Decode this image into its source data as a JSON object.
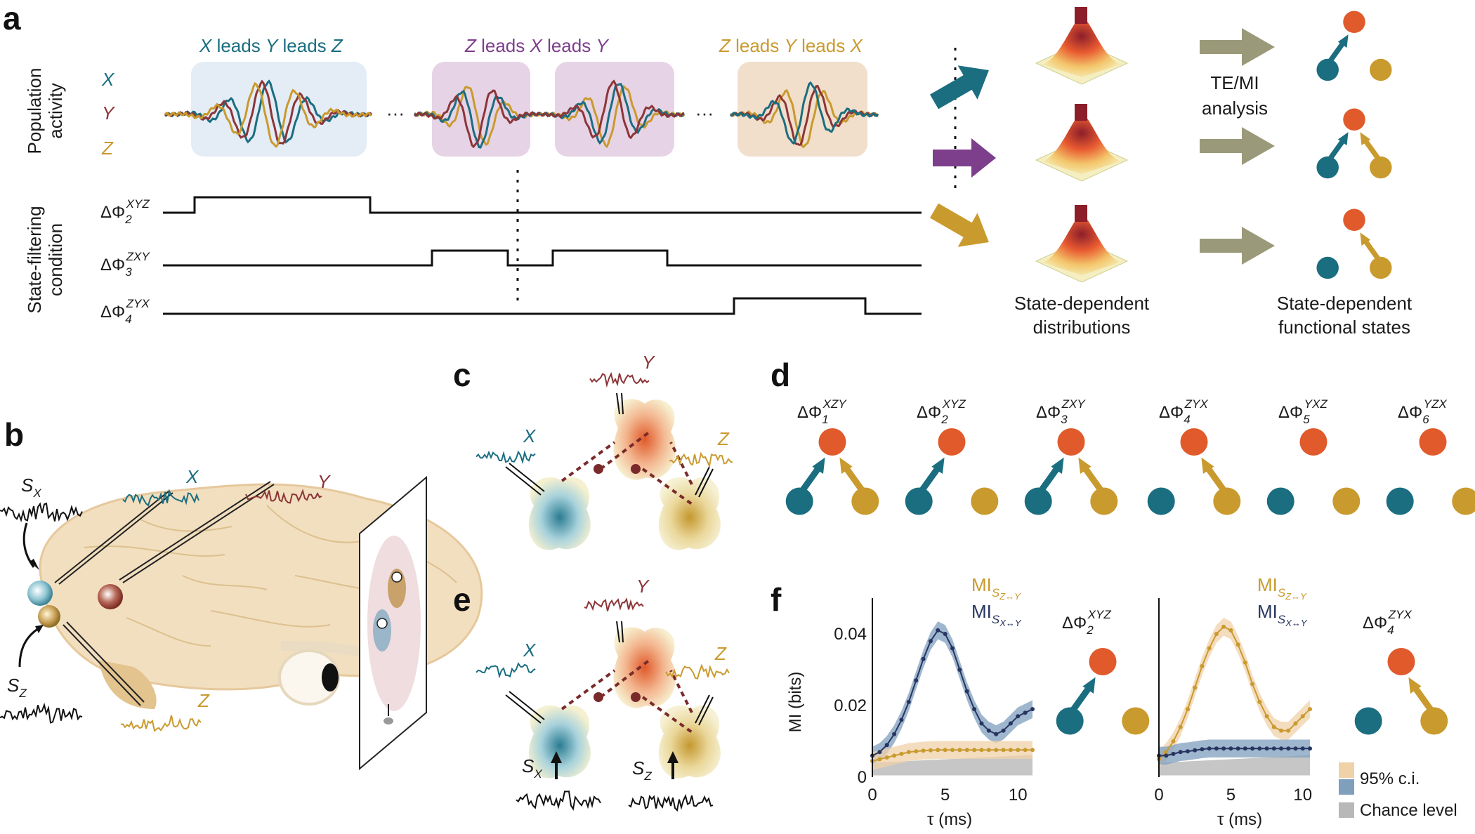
{
  "panels": {
    "a": "a",
    "b": "b",
    "c": "c",
    "d": "d",
    "e": "e",
    "f": "f"
  },
  "colors": {
    "X": "#1a6e80",
    "Y": "#8c3538",
    "Z": "#c99a2e",
    "purple": "#7d3e8c",
    "node_red": "#e05a2b",
    "olive_arrow": "#9a9a7a",
    "box_blue": "#e4ecf6",
    "box_purple": "#e6d4e6",
    "box_tan": "#f1dfcc",
    "ci_tan": "#f0d2a8",
    "ci_blue": "#7f9fbd",
    "chance": "#b8b8b8",
    "navy": "#283560"
  },
  "panel_a": {
    "segment_titles": [
      {
        "parts": [
          "X",
          " leads ",
          "Y",
          " leads ",
          "Z"
        ],
        "color": "#1a6e80"
      },
      {
        "parts": [
          "Z",
          " leads ",
          "X",
          " leads ",
          "Y"
        ],
        "color": "#7d3e8c"
      },
      {
        "parts": [
          "Z",
          " leads ",
          "Y",
          " leads ",
          "X"
        ],
        "color": "#c99a2e"
      }
    ],
    "row_labels": {
      "population_line1": "Population",
      "population_line2": "activity",
      "state_line1": "State-filtering",
      "state_line2": "condition"
    },
    "signals": [
      "X",
      "Y",
      "Z"
    ],
    "conditions": [
      {
        "base": "ΔΦ",
        "sub": "2",
        "sup": "XYZ"
      },
      {
        "base": "ΔΦ",
        "sub": "3",
        "sup": "ZXY"
      },
      {
        "base": "ΔΦ",
        "sub": "4",
        "sup": "ZYX"
      }
    ],
    "te_mi_line1": "TE/MI",
    "te_mi_line2": "analysis",
    "dist_caption_line1": "State-dependent",
    "dist_caption_line2": "distributions",
    "func_caption_line1": "State-dependent",
    "func_caption_line2": "functional states"
  },
  "panel_b": {
    "signals": [
      "X",
      "Y",
      "Z"
    ],
    "stim_x": "S",
    "stim_x_sub": "X",
    "stim_z": "S",
    "stim_z_sub": "Z"
  },
  "panel_c": {
    "signals": [
      "X",
      "Y",
      "Z"
    ]
  },
  "panel_e": {
    "signals": [
      "X",
      "Y",
      "Z"
    ],
    "stim_x": "S",
    "stim_x_sub": "X",
    "stim_z": "S",
    "stim_z_sub": "Z"
  },
  "panel_d": {
    "states": [
      {
        "base": "ΔΦ",
        "sub": "1",
        "sup": "XZY"
      },
      {
        "base": "ΔΦ",
        "sub": "2",
        "sup": "XYZ"
      },
      {
        "base": "ΔΦ",
        "sub": "3",
        "sup": "ZXY"
      },
      {
        "base": "ΔΦ",
        "sub": "4",
        "sup": "ZYX"
      },
      {
        "base": "ΔΦ",
        "sub": "5",
        "sup": "YXZ"
      },
      {
        "base": "ΔΦ",
        "sub": "6",
        "sup": "YZX"
      }
    ]
  },
  "panel_f": {
    "ylabel": "MI (bits)",
    "xlabel": "τ (ms)",
    "yticks": [
      "0",
      "0.02",
      "0.04"
    ],
    "xticks": [
      "0",
      "5",
      "10"
    ],
    "legend_mi": "MI",
    "legend_sub_z": "S",
    "legend_sub_z_rest": "Z↔Y",
    "legend_sub_x": "S",
    "legend_sub_x_rest": "X↔Y",
    "left_state": {
      "base": "ΔΦ",
      "sub": "2",
      "sup": "XYZ"
    },
    "right_state": {
      "base": "ΔΦ",
      "sub": "4",
      "sup": "ZYX"
    },
    "ci_label": "95% c.i.",
    "chance_label": "Chance level"
  },
  "chart_data": [
    {
      "type": "line",
      "xlabel": "τ (ms)",
      "ylabel": "MI (bits)",
      "xlim": [
        0,
        11
      ],
      "ylim": [
        0,
        0.05
      ],
      "x": [
        0,
        0.5,
        1,
        1.5,
        2,
        2.5,
        3,
        3.5,
        4,
        4.5,
        5,
        5.5,
        6,
        6.5,
        7,
        7.5,
        8,
        8.5,
        9,
        9.5,
        10,
        10.5,
        11
      ],
      "series": [
        {
          "name": "MI S_X↔Y",
          "values": [
            0.006,
            0.007,
            0.009,
            0.012,
            0.016,
            0.021,
            0.027,
            0.033,
            0.038,
            0.041,
            0.04,
            0.036,
            0.03,
            0.024,
            0.019,
            0.015,
            0.013,
            0.012,
            0.013,
            0.015,
            0.017,
            0.018,
            0.019
          ]
        },
        {
          "name": "MI S_Z↔Y",
          "values": [
            0.0045,
            0.005,
            0.0055,
            0.006,
            0.0065,
            0.007,
            0.0072,
            0.0074,
            0.0075,
            0.0076,
            0.0076,
            0.0076,
            0.0076,
            0.0076,
            0.0076,
            0.0076,
            0.0076,
            0.0076,
            0.0076,
            0.0076,
            0.0076,
            0.0076,
            0.0076
          ]
        }
      ]
    },
    {
      "type": "line",
      "xlabel": "τ (ms)",
      "ylabel": "",
      "xlim": [
        0,
        10.5
      ],
      "ylim": [
        0,
        0.05
      ],
      "x": [
        0,
        0.5,
        1,
        1.5,
        2,
        2.5,
        3,
        3.5,
        4,
        4.5,
        5,
        5.5,
        6,
        6.5,
        7,
        7.5,
        8,
        8.5,
        9,
        9.5,
        10,
        10.5
      ],
      "series": [
        {
          "name": "MI S_Z↔Y",
          "values": [
            0.005,
            0.007,
            0.01,
            0.014,
            0.019,
            0.025,
            0.031,
            0.036,
            0.04,
            0.042,
            0.041,
            0.037,
            0.032,
            0.026,
            0.021,
            0.017,
            0.014,
            0.013,
            0.013,
            0.015,
            0.017,
            0.019
          ]
        },
        {
          "name": "MI S_X↔Y",
          "values": [
            0.006,
            0.006,
            0.0065,
            0.007,
            0.0072,
            0.0075,
            0.0078,
            0.008,
            0.008,
            0.008,
            0.008,
            0.008,
            0.008,
            0.008,
            0.008,
            0.008,
            0.008,
            0.008,
            0.008,
            0.008,
            0.008,
            0.008
          ]
        }
      ]
    }
  ]
}
